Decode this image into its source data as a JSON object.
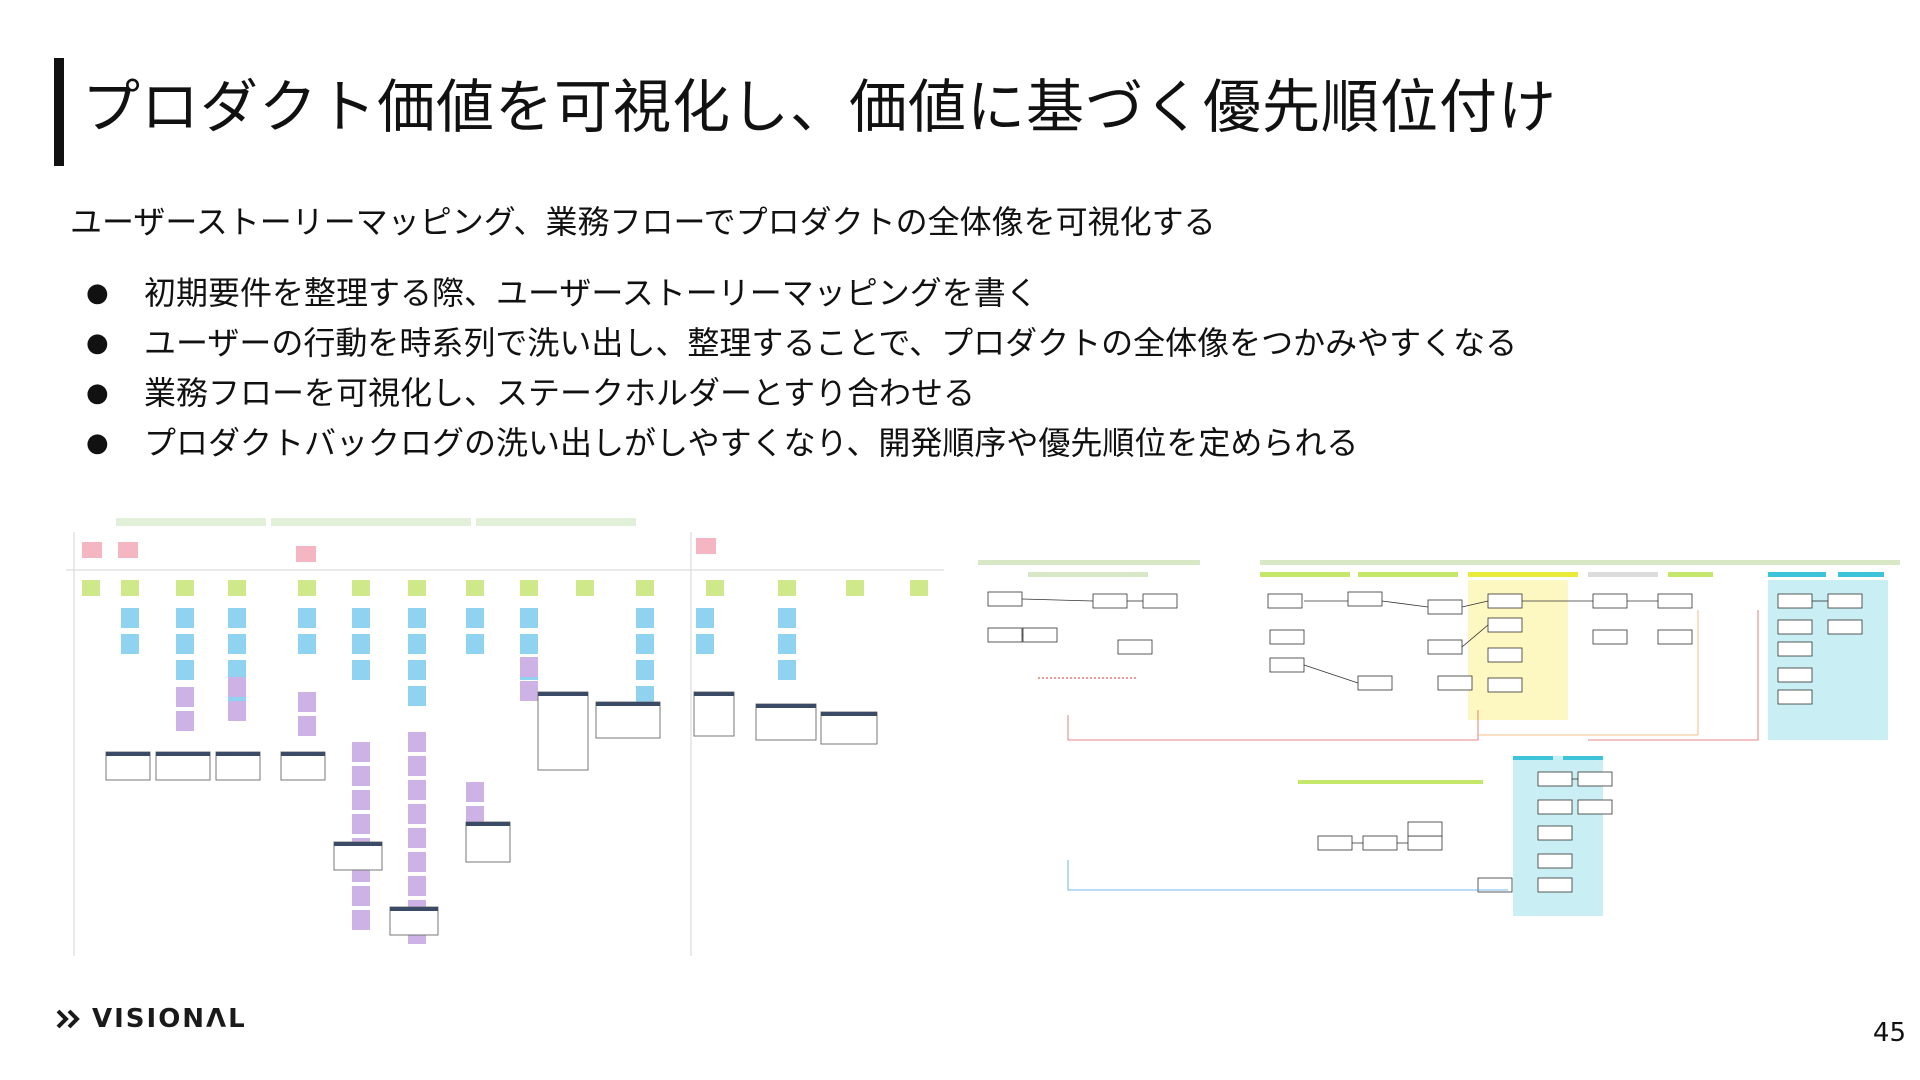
{
  "slide": {
    "title": "プロダクト価値を可視化し、価値に基づく優先順位付け",
    "subtitle": "ユーザーストーリーマッピング、業務フローでプロダクトの全体像を可視化する",
    "bullets": [
      "初期要件を整理する際、ユーザーストーリーマッピングを書く",
      "ユーザーの行動を時系列で洗い出し、整理することで、プロダクトの全体像をつかみやすくなる",
      "業務フローを可視化し、ステークホルダーとすり合わせる",
      "プロダクトバックログの洗い出しがしやすくなり、開発順序や優先順位を定められる"
    ],
    "bullet_marker": "●",
    "page_number": "45"
  },
  "logo": {
    "text": "VISIONΛL",
    "icon": "double-chevron-right-icon"
  },
  "figures": {
    "story_map": {
      "colors": {
        "header": "#e2efd9",
        "pink": "#f4b6c2",
        "green": "#cfe88a",
        "blue": "#8fd3f0",
        "purple": "#cdb2e6",
        "line": "#d6d6d6"
      }
    },
    "flow": {
      "colors": {
        "header": "#d8e8c6",
        "lane_yellow": "#fdf7c2",
        "lane_cyan": "#c9eef4",
        "box": "#ffffff",
        "stroke": "#333333",
        "red": "#e26161",
        "orange": "#f3b06a"
      }
    }
  }
}
